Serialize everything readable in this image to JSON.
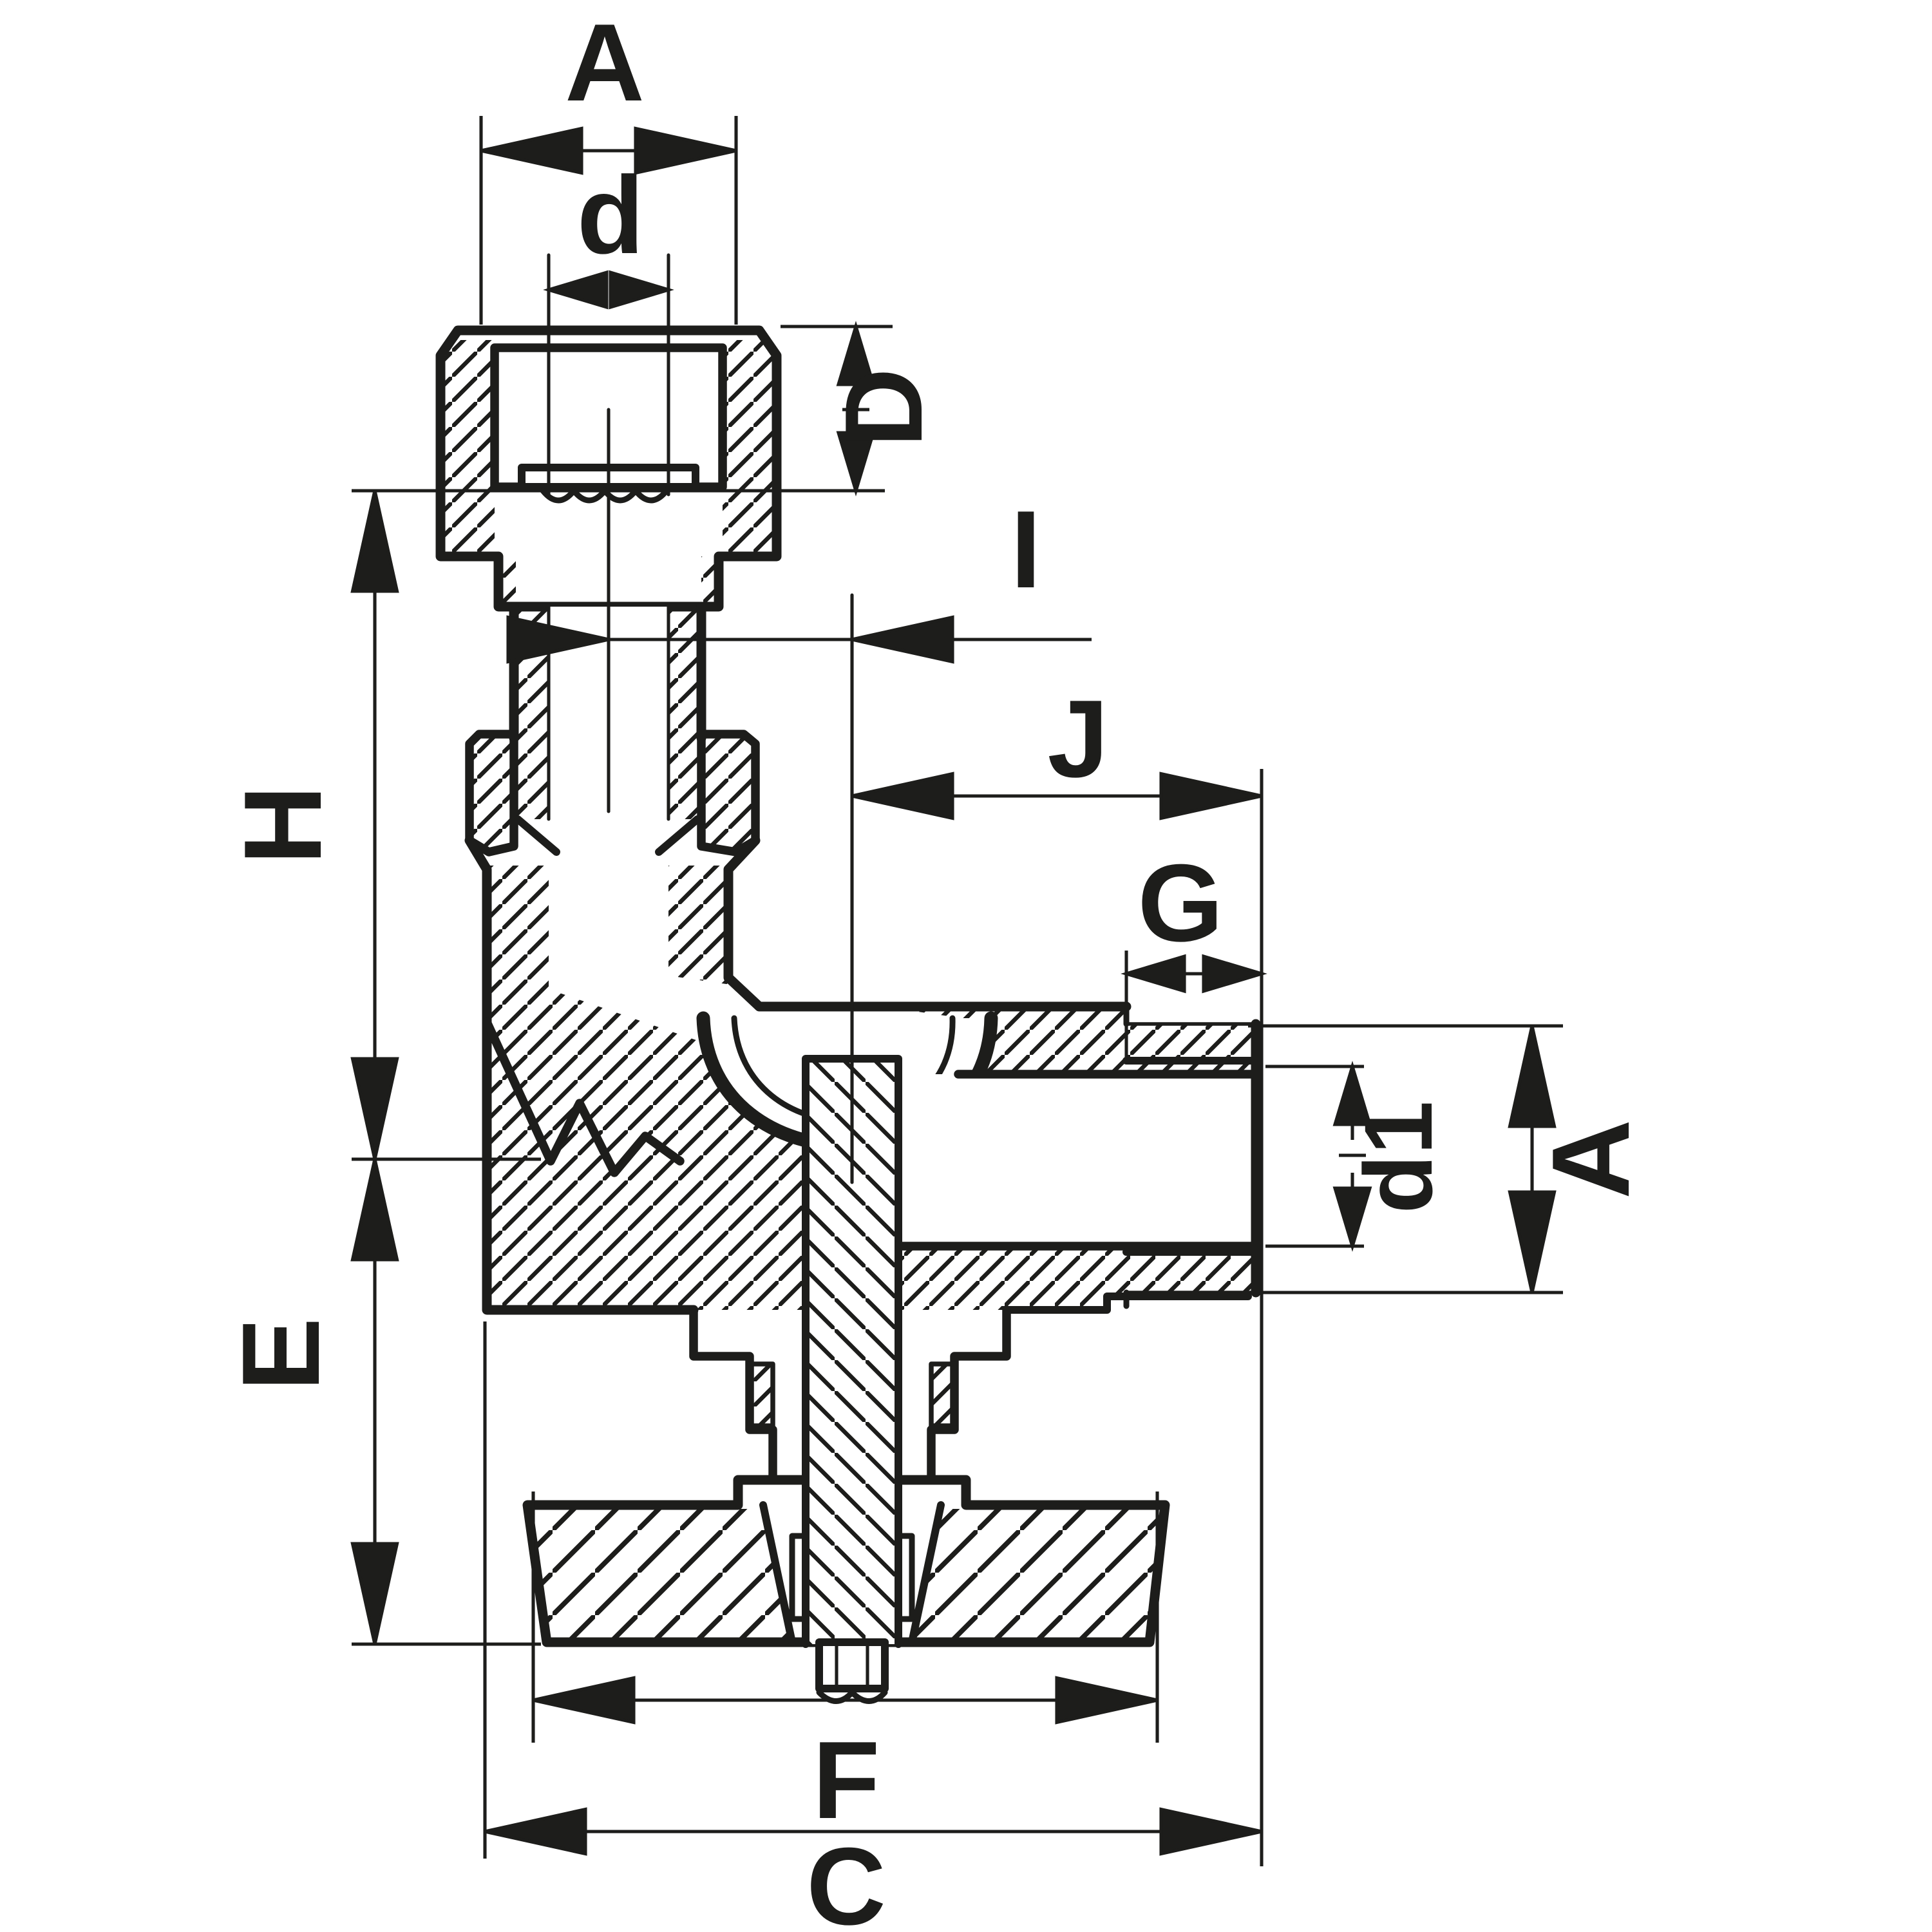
{
  "meta": {
    "title": "Angle valve cross-section technical drawing",
    "background_color": "#ffffff",
    "line_color": "#1d1d1b",
    "style": "black line engineering section drawing with 45-degree hatching"
  },
  "dimensions": {
    "a_top": {
      "label": "A",
      "meaning": "width across flats of top union nut",
      "orientation": "horizontal"
    },
    "d_small": {
      "label": "d",
      "meaning": "inlet thread diameter",
      "orientation": "horizontal"
    },
    "d_cap": {
      "label": "D",
      "meaning": "nut thread depth",
      "orientation": "vertical-rotated"
    },
    "h": {
      "label": "H",
      "meaning": "height from nut shoulder to outlet axis",
      "orientation": "vertical-rotated"
    },
    "i": {
      "label": "I",
      "meaning": "offset inlet axis to stem axis",
      "orientation": "horizontal"
    },
    "j": {
      "label": "J",
      "meaning": "stem axis to outlet end",
      "orientation": "horizontal"
    },
    "g": {
      "label": "G",
      "meaning": "outlet thread length",
      "orientation": "horizontal"
    },
    "d1": {
      "label": "d1",
      "meaning": "outlet bore diameter",
      "orientation": "vertical-rotated"
    },
    "a_right": {
      "label": "A",
      "meaning": "outlet thread outer diameter",
      "orientation": "vertical-rotated"
    },
    "e": {
      "label": "E",
      "meaning": "outlet axis to handle bottom",
      "orientation": "vertical-rotated"
    },
    "f": {
      "label": "F",
      "meaning": "handwheel width",
      "orientation": "horizontal"
    },
    "c": {
      "label": "C",
      "meaning": "overall width of valve",
      "orientation": "horizontal"
    }
  }
}
